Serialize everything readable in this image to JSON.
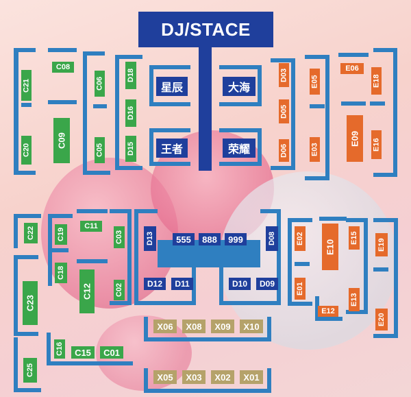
{
  "stage": {
    "label": "DJ/STACE"
  },
  "vip": {
    "top_left": "星辰",
    "top_right": "大海",
    "bottom_left": "王者",
    "bottom_right": "荣耀"
  },
  "center_row": {
    "t555": "555",
    "t888": "888",
    "t999": "999"
  },
  "tables": {
    "C21": "C21",
    "C20": "C20",
    "C08": "C08",
    "C09": "C09",
    "C06": "C06",
    "C05": "C05",
    "D18": "D18",
    "D16": "D16",
    "D15": "D15",
    "D03": "D03",
    "D05": "D05",
    "D06": "D06",
    "E05": "E05",
    "E03": "E03",
    "E06": "E06",
    "E09": "E09",
    "E18": "E18",
    "E16": "E16",
    "C22": "C22",
    "C19": "C19",
    "C11": "C11",
    "C03": "C03",
    "C18": "C18",
    "C12": "C12",
    "C02": "C02",
    "C23": "C23",
    "C16": "C16",
    "C15": "C15",
    "C01": "C01",
    "C25": "C25",
    "D13": "D13",
    "D08": "D08",
    "D12": "D12",
    "D11": "D11",
    "D10": "D10",
    "D09": "D09",
    "E02": "E02",
    "E10": "E10",
    "E15": "E15",
    "E19": "E19",
    "E01": "E01",
    "E13": "E13",
    "E12": "E12",
    "E20": "E20",
    "X06": "X06",
    "X08": "X08",
    "X09": "X09",
    "X10": "X10",
    "X05": "X05",
    "X03": "X03",
    "X02": "X02",
    "X01": "X01"
  },
  "colors": {
    "stage": "#1f3f9c",
    "sofa": "#2f7fc0",
    "green": "#3aa64a",
    "orange": "#e56a2b",
    "gold": "#b5a26a",
    "navy": "#1f3f9c"
  }
}
